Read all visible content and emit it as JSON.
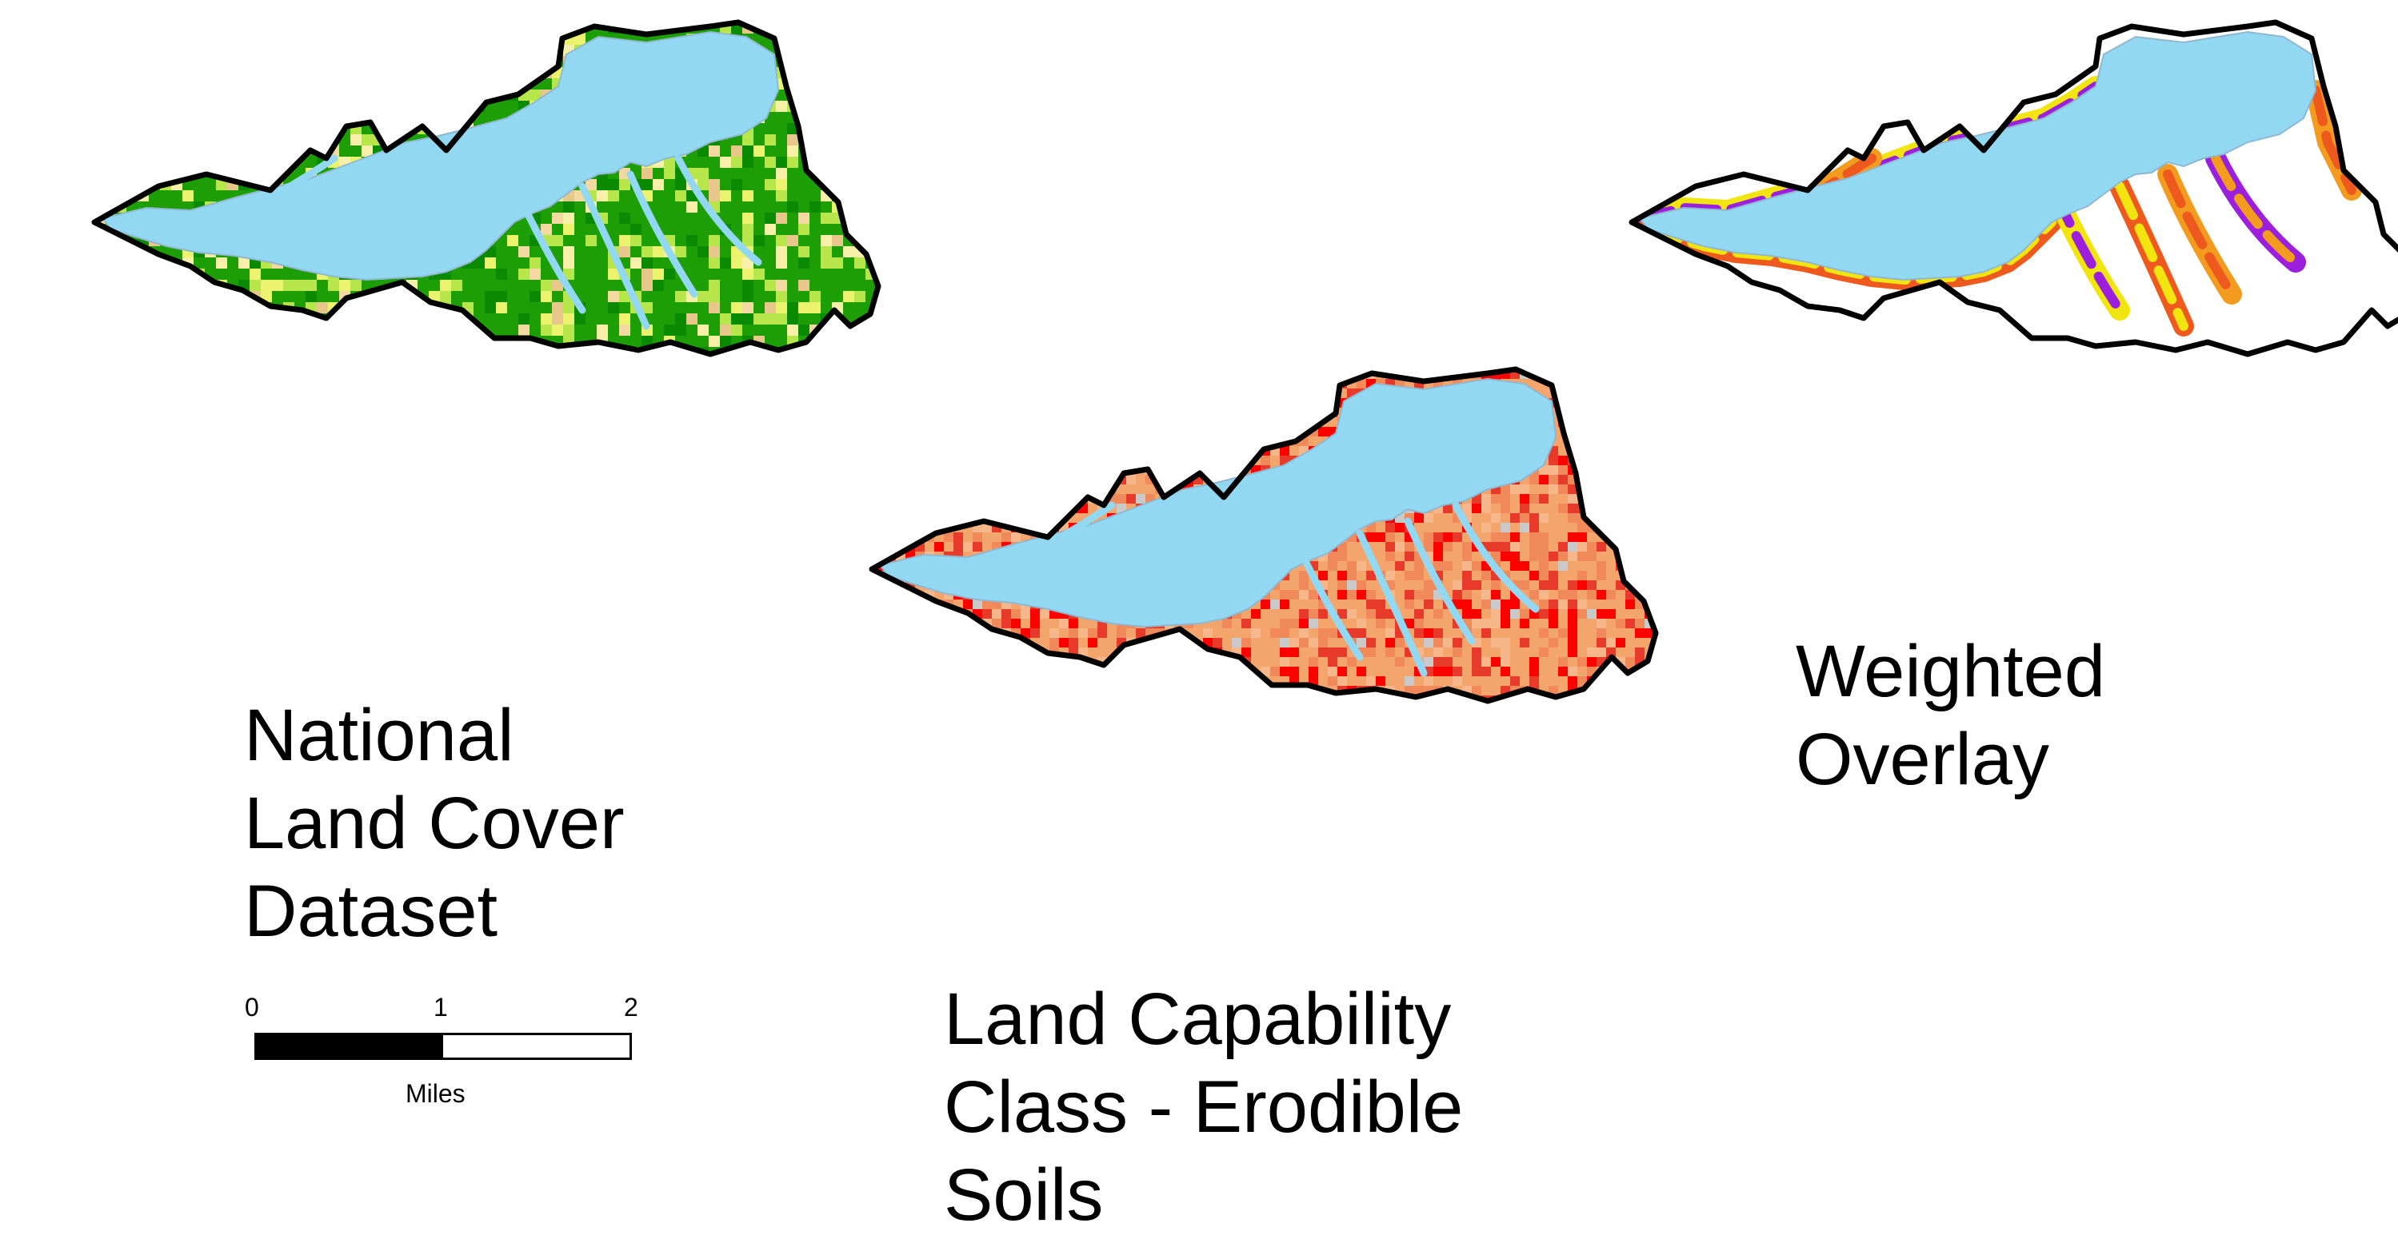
{
  "maps": [
    {
      "id": "nlcd",
      "title_lines": [
        "National",
        "Land Cover",
        "Dataset"
      ],
      "theme": "land-cover",
      "palette": [
        "#1e9e05",
        "#0a8a00",
        "#b7e64b",
        "#eaf26e",
        "#f7f0a8",
        "#e8c88a",
        "#f2d9a0"
      ]
    },
    {
      "id": "lcc",
      "title_lines": [
        "Land Capability",
        "Class - Erodible",
        "Soils"
      ],
      "theme": "erodible-soils",
      "palette": [
        "#f4a56c",
        "#f08a5a",
        "#e83a2a",
        "#ff0000",
        "#f7b78a",
        "#c9c9c9"
      ]
    },
    {
      "id": "wo",
      "title_lines": [
        "Weighted",
        "Overlay"
      ],
      "theme": "weighted-overlay",
      "palette": [
        "#9b1fdc",
        "#f2e40e",
        "#ee5a1e",
        "#f29b1e"
      ]
    }
  ],
  "colors": {
    "water": "#93d8f2",
    "boundary": "#000000",
    "stream": "#7aa6c2"
  },
  "scale_bar": {
    "ticks": [
      "0",
      "1",
      "2"
    ],
    "unit": "Miles"
  }
}
